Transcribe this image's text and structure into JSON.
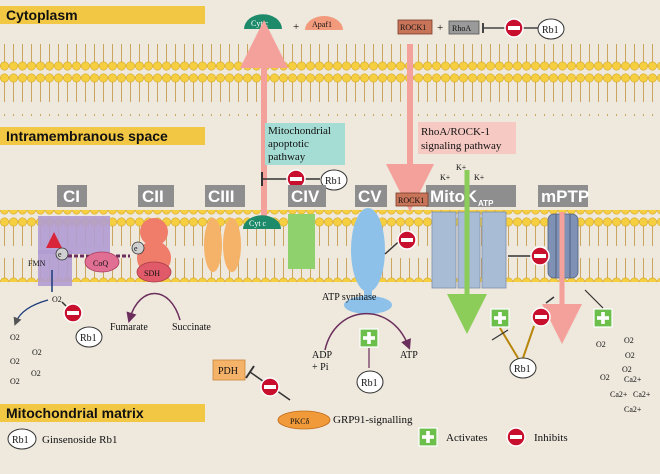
{
  "regions": {
    "cytoplasm": "Cytoplasm",
    "intramembranous": "Intramembranous space",
    "matrix": "Mitochondrial matrix"
  },
  "complexes": {
    "ci": "CI",
    "cii": "CII",
    "ciii": "CIII",
    "civ": "CIV",
    "cv": "CV",
    "mitok": "MitoK",
    "mitok_sub": "ATP",
    "mptp": "mPTP"
  },
  "molecules": {
    "fmn": "FMN",
    "electron": "e",
    "electron_sup": "-",
    "coq": "CoQ",
    "sdh": "SDH",
    "cytc": "Cyt c",
    "apaf1": "Apaf1",
    "plus": "+",
    "rock1": "ROCK1",
    "rhoa": "RhoA",
    "rb1": "Rb1",
    "atp_synthase": "ATP synthase",
    "adp": "ADP",
    "adp_pi": "+ Pi",
    "atp": "ATP",
    "fumarate": "Fumarate",
    "succinate": "Succinate",
    "pdh": "PDH",
    "pkc": "PKCδ",
    "grp91": "GRP91-signalling",
    "o2": "O2",
    "k": "K+",
    "ca": "Ca2+"
  },
  "pathways": {
    "mito_line1": "Mitochondrial",
    "mito_line2": "apoptotic",
    "mito_line3": "pathway",
    "rho_line1": "RhoA/ROCK-1",
    "rho_line2": "signaling pathway"
  },
  "legend": {
    "rb1_label": "Rb1",
    "rb1_text": "Ginsenoside Rb1",
    "activates": "Activates",
    "inhibits": "Inhibits"
  },
  "colors": {
    "banner": "#f2c744",
    "complex_label_bg": "#8e8e8e",
    "ci": "#b19cd3",
    "cii": "#f07c6a",
    "ciii": "#f5b36a",
    "civ": "#8fd16d",
    "cv": "#8dc1ea",
    "mitok": "#a9bcd6",
    "mptp": "#7f92b6",
    "cytc": "#1d8a6a",
    "apaf1": "#f29a7c",
    "pink_arrow": "#f3a19a",
    "green_arrow": "#8ccd5a",
    "inhibit_red": "#c8102e"
  }
}
